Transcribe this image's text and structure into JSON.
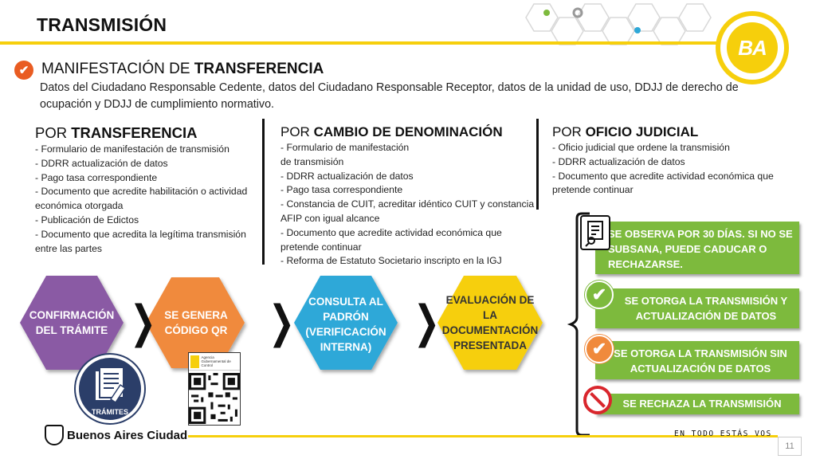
{
  "header": {
    "title": "TRANSMISIÓN",
    "logo_text": "BA"
  },
  "section": {
    "title_normal": "MANIFESTACIÓN DE ",
    "title_bold": "TRANSFERENCIA",
    "description": "Datos del Ciudadano Responsable Cedente, datos del Ciudadano Responsable Receptor, datos de la unidad de uso, DDJJ de derecho de ocupación y DDJJ de cumplimiento normativo."
  },
  "columns": [
    {
      "title_normal": "POR ",
      "title_bold": "TRANSFERENCIA",
      "items": [
        "- Formulario de manifestación de transmisión",
        "- DDRR actualización de datos",
        "- Pago tasa correspondiente",
        "- Documento que acredite habilitación o actividad económica otorgada",
        "- Publicación de Edictos",
        "- Documento que acredita la legítima transmisión entre las partes"
      ]
    },
    {
      "title_normal": "POR ",
      "title_bold": "CAMBIO DE DENOMINACIÓN",
      "items": [
        "- Formulario de manifestación",
        "de transmisión",
        "- DDRR actualización de datos",
        "- Pago tasa correspondiente",
        "- Constancia de CUIT, acreditar idéntico CUIT y constancia AFIP con igual alcance",
        "- Documento que acredite actividad económica que pretende continuar",
        "- Reforma de Estatuto Societario inscripto en la IGJ"
      ]
    },
    {
      "title_normal": "POR ",
      "title_bold": "OFICIO JUDICIAL",
      "items": [
        "- Oficio judicial que ordene la transmisión",
        "- DDRR actualización de datos",
        "- Documento que acredite actividad económica que pretende continuar"
      ]
    }
  ],
  "steps": [
    {
      "label": "CONFIRMACIÓN DEL TRÁMITE",
      "color": "#8a5aa4"
    },
    {
      "label": "SE GENERA CÓDIGO QR",
      "color": "#f08a3c"
    },
    {
      "label": "CONSULTA AL PADRÓN (VERIFICACIÓN INTERNA)",
      "color": "#2ea8d8"
    },
    {
      "label": "EVALUACIÓN DE LA DOCUMENTACIÓN PRESENTADA",
      "color": "#f6cf0c"
    }
  ],
  "tramites_label": "TRÁMITES",
  "qr_caption": "Agencia Gubernamental de Control",
  "results": [
    {
      "label": "SE OBSERVA POR 30 DÍAS. SI NO SE SUBSANA, PUEDE CADUCAR O RECHAZARSE.",
      "icon": "document-search-icon"
    },
    {
      "label": "SE OTORGA LA TRANSMISIÓN Y ACTUALIZACIÓN DE DATOS",
      "icon": "check-icon",
      "icon_color": "#7dba3d"
    },
    {
      "label": "SE OTORGA LA TRANSMISIÓN SIN ACTUALIZACIÓN DE DATOS",
      "icon": "check-icon",
      "icon_color": "#f08a3c"
    },
    {
      "label": "SE RECHAZA LA TRANSMISIÓN",
      "icon": "no-entry-icon",
      "icon_color": "#d9262d"
    }
  ],
  "footer": {
    "city": "Buenos Aires Ciudad",
    "slogan": "EN TODO ESTÁS VOS",
    "page": "11"
  },
  "colors": {
    "accent_yellow": "#f6cf0c",
    "result_green": "#7dba3d"
  }
}
